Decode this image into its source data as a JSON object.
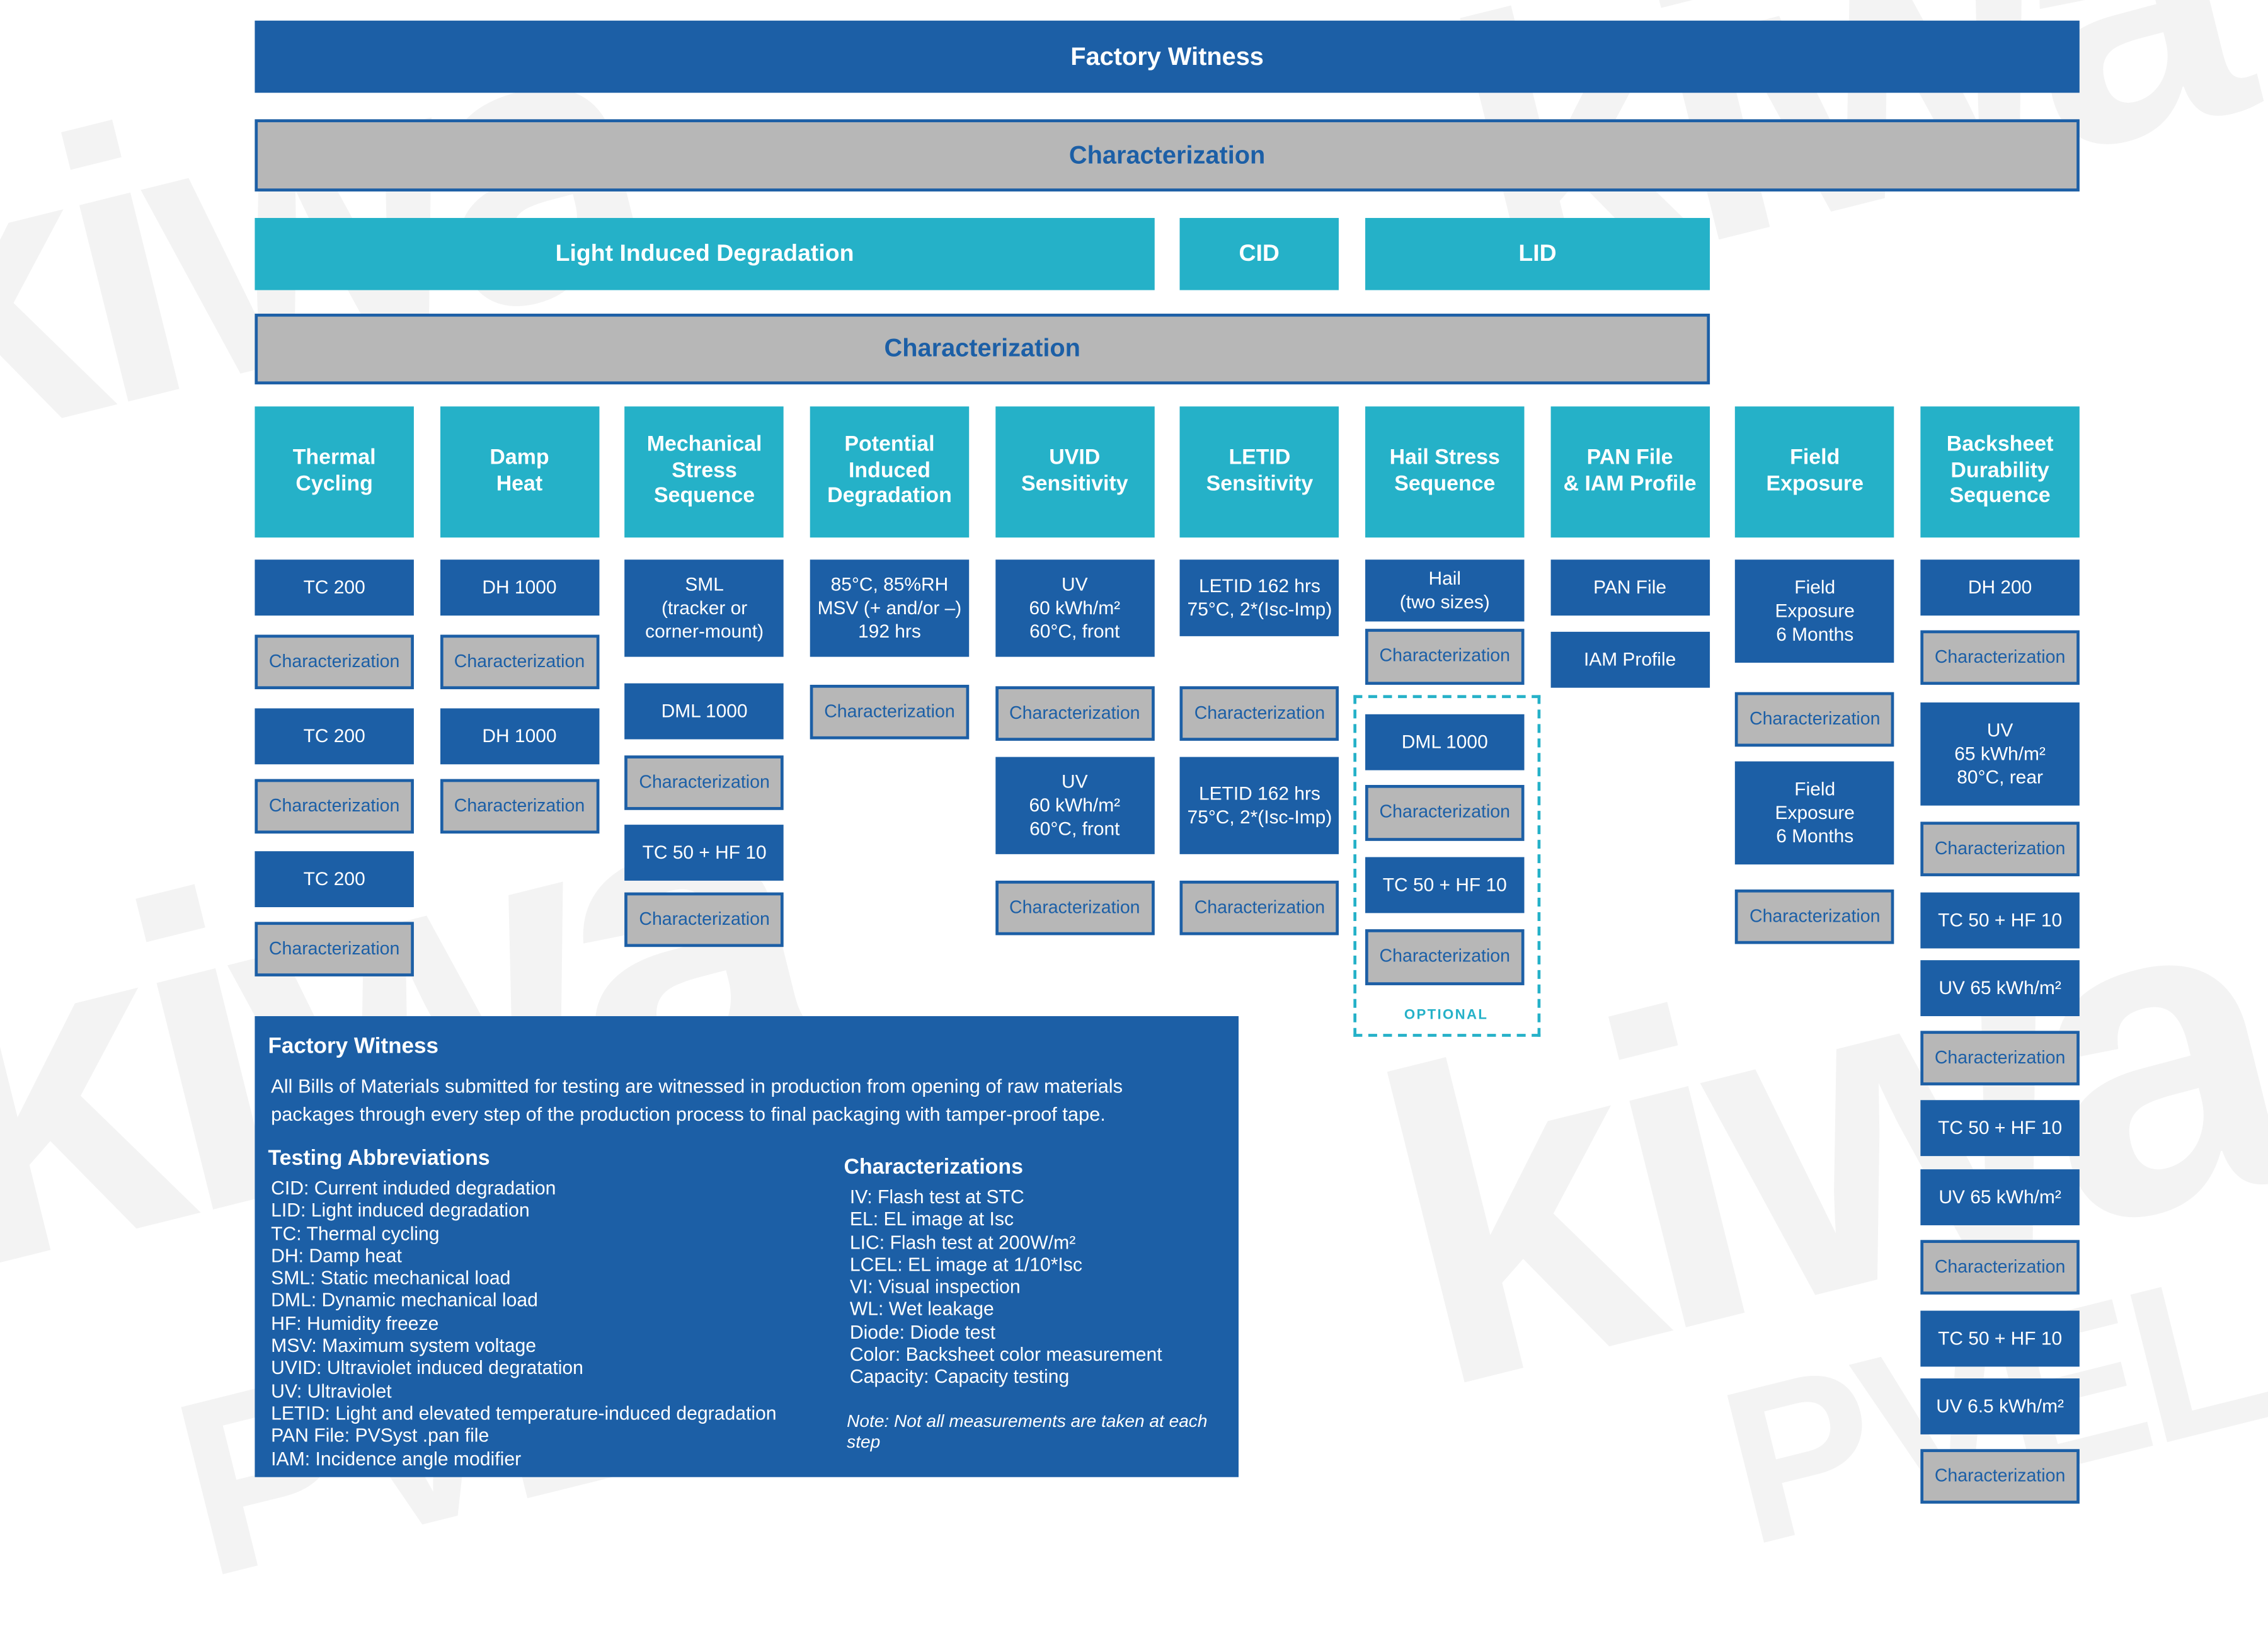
{
  "banners": {
    "factory_witness": "Factory Witness",
    "characterization_top": "Characterization",
    "light_induced_degradation": "Light Induced Degradation",
    "cid": "CID",
    "lid": "LID",
    "characterization_mid": "Characterization"
  },
  "columns": [
    {
      "id": "thermal-cycling",
      "header": "Thermal\nCycling",
      "boxes": [
        "TC 200",
        "Characterization",
        "TC 200",
        "Characterization",
        "TC 200",
        "Characterization"
      ]
    },
    {
      "id": "damp-heat",
      "header": "Damp\nHeat",
      "boxes": [
        "DH 1000",
        "Characterization",
        "DH 1000",
        "Characterization"
      ]
    },
    {
      "id": "mechanical-stress-sequence",
      "header": "Mechanical\nStress\nSequence",
      "boxes": [
        "SML\n(tracker or\ncorner-mount)",
        "DML 1000",
        "Characterization",
        "TC 50 + HF 10",
        "Characterization"
      ]
    },
    {
      "id": "potential-induced-degradation",
      "header": "Potential\nInduced\nDegradation",
      "boxes": [
        "85°C, 85%RH\nMSV (+ and/or –)\n192 hrs",
        "Characterization"
      ]
    },
    {
      "id": "uvid-sensitivity",
      "header": "UVID\nSensitivity",
      "boxes": [
        "UV\n60 kWh/m²\n60°C, front",
        "Characterization",
        "UV\n60 kWh/m²\n60°C, front",
        "Characterization"
      ]
    },
    {
      "id": "letid-sensitivity",
      "header": "LETID\nSensitivity",
      "boxes": [
        "LETID 162 hrs\n75°C, 2*(Isc-Imp)",
        "Characterization",
        "LETID 162 hrs\n75°C, 2*(Isc-Imp)",
        "Characterization"
      ]
    },
    {
      "id": "hail-stress-sequence",
      "header": "Hail Stress\nSequence",
      "boxes": [
        "Hail\n(two sizes)",
        "Characterization",
        "DML 1000",
        "Characterization",
        "TC 50 + HF 10",
        "Characterization"
      ],
      "optional_label": "OPTIONAL"
    },
    {
      "id": "pan-file-iam-profile",
      "header": "PAN File\n& IAM Profile",
      "boxes": [
        "PAN File",
        "IAM Profile"
      ]
    },
    {
      "id": "field-exposure",
      "header": "Field\nExposure",
      "boxes": [
        "Field\nExposure\n6 Months",
        "Characterization",
        "Field\nExposure\n6 Months",
        "Characterization"
      ]
    },
    {
      "id": "backsheet-durability-sequence",
      "header": "Backsheet\nDurability\nSequence",
      "boxes": [
        "DH 200",
        "Characterization",
        "UV\n65 kWh/m²\n80°C, rear",
        "Characterization",
        "TC 50 + HF 10",
        "UV 65 kWh/m²",
        "Characterization",
        "TC 50 + HF 10",
        "UV 65 kWh/m²",
        "Characterization",
        "TC 50 + HF 10",
        "UV 6.5 kWh/m²",
        "Characterization"
      ]
    }
  ],
  "legend": {
    "title": "Factory Witness",
    "body": "All Bills of Materials submitted for testing are witnessed in production from opening of raw materials packages through every step of the production process to final packaging with tamper-proof tape.",
    "abbr_title": "Testing Abbreviations",
    "abbreviations": [
      "CID: Current induded degradation",
      "LID: Light induced degradation",
      "TC: Thermal cycling",
      "DH: Damp heat",
      "SML: Static mechanical load",
      "DML: Dynamic mechanical load",
      "HF: Humidity freeze",
      "MSV: Maximum system voltage",
      "UVID: Ultraviolet induced degratation",
      "UV: Ultraviolet",
      "LETID: Light and elevated temperature-induced degradation",
      "PAN File: PVSyst .pan file",
      "IAM: Incidence angle modifier"
    ],
    "char_title": "Characterizations",
    "characterizations": [
      "IV: Flash test at STC",
      "EL: EL image at Isc",
      "LIC: Flash test at 200W/m²",
      "LCEL: EL image at 1/10*Isc",
      "VI: Visual inspection",
      "WL: Wet leakage",
      "Diode: Diode test",
      "Color: Backsheet color measurement",
      "Capacity: Capacity testing"
    ],
    "note": "Note: Not all measurements are taken at each step"
  },
  "colors": {
    "dark_blue": "#1c5fa6",
    "teal": "#25b1c8",
    "gray_fill": "#b7b7b7",
    "optional_teal": "#25b1c8"
  },
  "watermarks": [
    "kiwa",
    "kiwa",
    "PVEL",
    "kiwa",
    "kiwa",
    "PVEL"
  ]
}
